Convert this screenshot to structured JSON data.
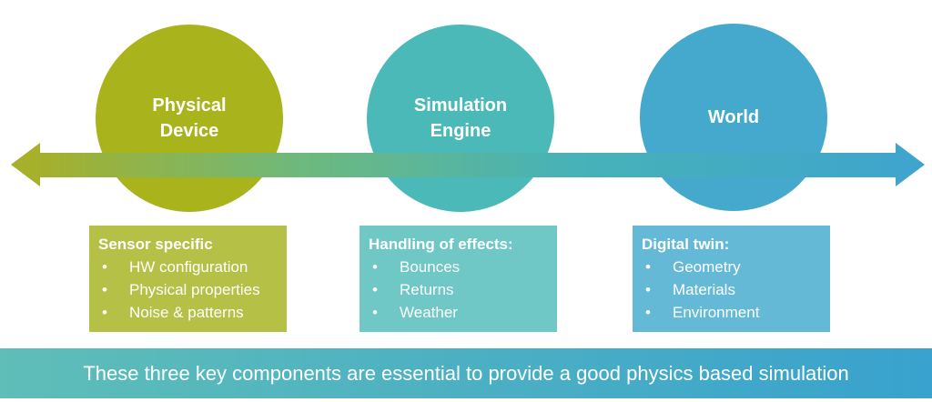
{
  "diagram": {
    "bullet_char": "•",
    "arrow": {
      "direction": "double-headed",
      "gradient": [
        "#a6b02a",
        "#6cb980",
        "#47b2b8",
        "#3fa5cc"
      ]
    },
    "nodes": [
      {
        "label": "Physical Device",
        "color": "#a9b41d"
      },
      {
        "label": "Simulation Engine",
        "color": "#4cb9b9"
      },
      {
        "label": "World",
        "color": "#44a9cd"
      }
    ],
    "boxes": [
      {
        "title": "Sensor specific",
        "color": "#b4c146",
        "items": [
          "HW configuration",
          "Physical properties",
          "Noise & patterns"
        ]
      },
      {
        "title": "Handling of effects:",
        "color": "#6fc7c6",
        "items": [
          "Bounces",
          "Returns",
          "Weather"
        ]
      },
      {
        "title": "Digital twin:",
        "color": "#64b9d7",
        "items": [
          "Geometry",
          "Materials",
          "Environment"
        ]
      }
    ],
    "banner": {
      "text": "These three key components are essential to provide a good physics based simulation",
      "gradient": [
        "#5fbeb7",
        "#39a2ce"
      ]
    }
  }
}
